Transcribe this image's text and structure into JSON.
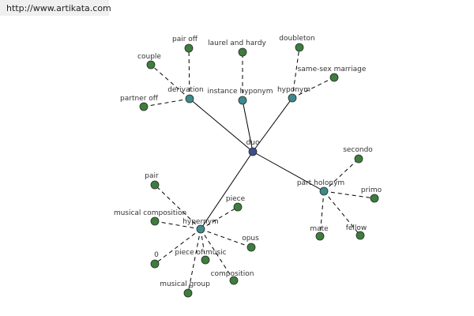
{
  "watermark": "http://www.artikata.com",
  "colors": {
    "center_node": "#3d4f8a",
    "relation_node": "#3d8a8a",
    "leaf_node": "#3d7d3d",
    "node_stroke": "#2a2a2a",
    "edge": "#000000"
  },
  "center": {
    "id": "duo",
    "label": "duo"
  },
  "relations": [
    {
      "id": "derivation",
      "label": "derivation",
      "leaves": [
        {
          "id": "couple",
          "label": "couple"
        },
        {
          "id": "pair-off",
          "label": "pair off"
        },
        {
          "id": "partner-off",
          "label": "partner off"
        }
      ]
    },
    {
      "id": "instance-hyponym",
      "label": "instance hyponym",
      "leaves": [
        {
          "id": "laurel-and-hardy",
          "label": "laurel and hardy"
        }
      ]
    },
    {
      "id": "hyponym",
      "label": "hyponym",
      "leaves": [
        {
          "id": "doubleton",
          "label": "doubleton"
        },
        {
          "id": "same-sex-marriage",
          "label": "same-sex marriage"
        }
      ]
    },
    {
      "id": "part-holonym",
      "label": "part holonym",
      "leaves": [
        {
          "id": "secondo",
          "label": "secondo"
        },
        {
          "id": "primo",
          "label": "primo"
        },
        {
          "id": "fellow",
          "label": "fellow"
        },
        {
          "id": "mate",
          "label": "mate"
        }
      ]
    },
    {
      "id": "hypernym",
      "label": "hypernym",
      "leaves": [
        {
          "id": "pair",
          "label": "pair"
        },
        {
          "id": "musical-composition",
          "label": "musical composition"
        },
        {
          "id": "piece",
          "label": "piece"
        },
        {
          "id": "opus",
          "label": "opus"
        },
        {
          "id": "0",
          "label": "0"
        },
        {
          "id": "piece-of-music",
          "label": "piece of music"
        },
        {
          "id": "composition",
          "label": "composition"
        },
        {
          "id": "musical-group",
          "label": "musical group"
        }
      ]
    }
  ]
}
